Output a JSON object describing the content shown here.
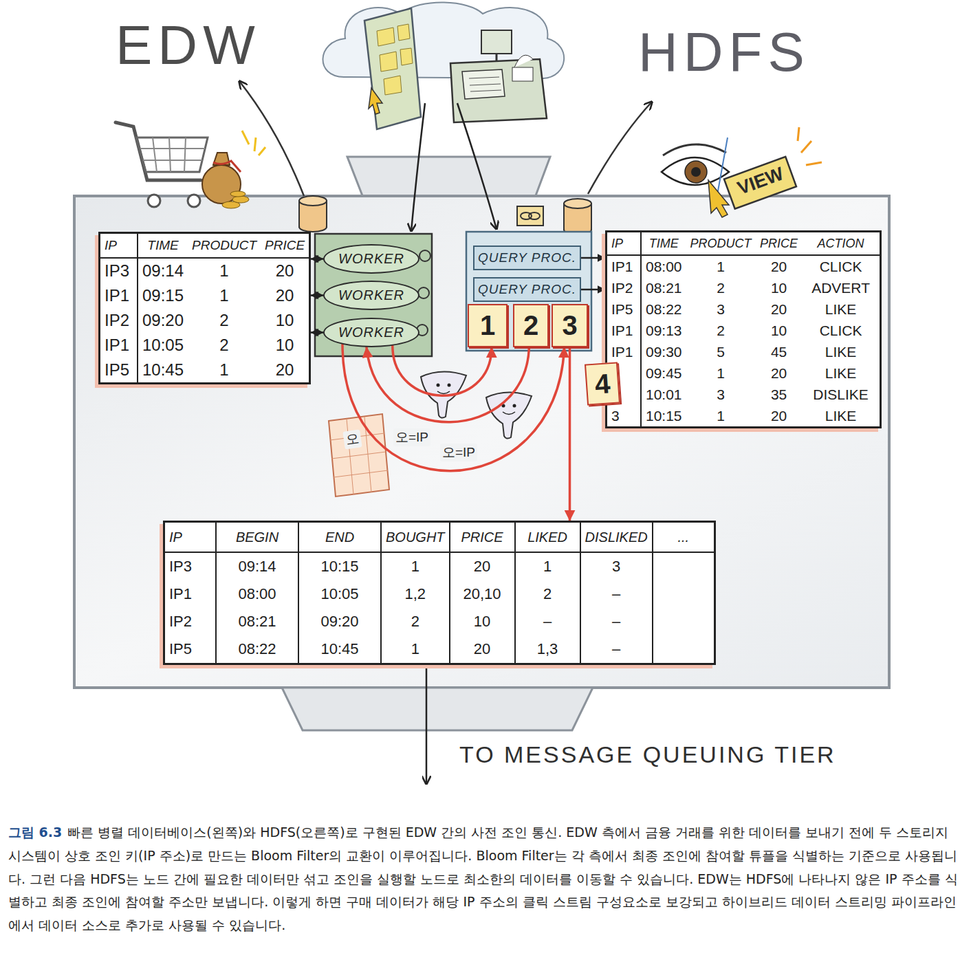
{
  "diagram": {
    "caption": "빠른 병렬 데이터베이스(왼쪽)와 HDFS(오른쪽)로 구현된 EDW 간의 사전 조인 통신. EDW 측에서 금융 거래를 위한 데이터를 보내기 전에 두 스토리지 시스템이 상호 조인 키(IP 주소)로 만드는 Bloom Filter의 교환이 이루어집니다. Bloom Filter는 각 측에서 최종 조인에 참여할 튜플을 식별하는 기준으로 사용됩니다. 그런 다음 HDFS는 노드 간에 필요한 데이터만 섞고 조인을 실행할 노드로 최소한의 데이터를 이동할 수 있습니다. EDW는 HDFS에 나타나지 않은 IP 주소를 식별하고 최종 조인에 참여할 주소만 보냅니다. 이렇게 하면 구매 데이터가 해당 IP 주소의 클릭 스트림 구성요소로 보강되고 하이브리드 데이터 스트리밍 파이프라인에서 데이터 소스로 추가로 사용될 수 있습니다.",
    "nodes": [
      {
        "text": [
          "IP",
          "TIME",
          "PRODUCT",
          "PRICE",
          "IP3",
          "09:14",
          "1",
          "20",
          "IP1",
          "09:15",
          "1",
          "20",
          "IP2",
          "09:20",
          "2",
          "10",
          "IP1",
          "10:05",
          "2",
          "10",
          "IP5",
          "10:45",
          "1",
          "20"
        ]
      },
      {
        "text": [
          "WORKER"
        ]
      },
      {
        "text": [
          "WORKER"
        ]
      },
      {
        "text": [
          "WORKER"
        ]
      },
      {
        "text": [
          "QUERY PROC."
        ]
      },
      {
        "text": [
          "QUERY PROC."
        ]
      },
      {
        "text": [
          "1"
        ]
      },
      {
        "text": [
          "2"
        ]
      },
      {
        "text": [
          "3"
        ]
      },
      {
        "text": [
          "IP",
          "TIME",
          "PRODUCT",
          "PRICE",
          "ACTION",
          "IP1",
          "08:00",
          "1",
          "20",
          "CLICK",
          "IP2",
          "08:21",
          "2",
          "10",
          "ADVERT",
          "IP5",
          "08:22",
          "3",
          "20",
          "LIKE",
          "IP1",
          "09:13",
          "2",
          "10",
          "CLICK",
          "IP1",
          "09:30",
          "5",
          "45",
          "LIKE",
          "09:45",
          "1",
          "20",
          "LIKE",
          "10:01",
          "3",
          "35",
          "DISLIKE",
          "3",
          "10:15",
          "1",
          "20",
          "LIKE"
        ]
      },
      {
        "text": [
          "4"
        ]
      },
      {
        "text": [
          "IP",
          "BEGIN",
          "END",
          "BOUGHT",
          "PRICE",
          "LIKED",
          "DISLIKED",
          "...",
          "IP3",
          "09:14",
          "10:15",
          "1",
          "20",
          "1",
          "3",
          "IP1",
          "08:00",
          "10:05",
          "1,2",
          "20,10",
          "2",
          "–",
          "IP2",
          "08:21",
          "09:20",
          "2",
          "10",
          "–",
          "–",
          "IP5",
          "08:22",
          "10:45",
          "1",
          "20",
          "1,3",
          "–"
        ]
      }
    ],
    "edges": [
      {
        "from": 0,
        "to": 1,
        "arrow": "both"
      },
      {
        "from": 0,
        "to": 2,
        "arrow": "both"
      },
      {
        "from": 0,
        "to": 3,
        "arrow": "both"
      },
      {
        "from": 4,
        "to": 9,
        "arrow": "to"
      },
      {
        "from": 5,
        "to": 9,
        "arrow": "to"
      },
      {
        "from": 3,
        "to": 6,
        "arrow": "to"
      },
      {
        "from": 7,
        "to": 3,
        "arrow": "to"
      },
      {
        "from": 3,
        "to": 8,
        "arrow": "to"
      },
      {
        "from": 8,
        "to": 11,
        "arrow": "to"
      }
    ],
    "labels": [
      "EDW",
      "HDFS",
      "VIEW",
      "오=IP",
      "오=IP",
      "오",
      "TO MESSAGE QUEUING TIER",
      "그림 6.3"
    ]
  }
}
